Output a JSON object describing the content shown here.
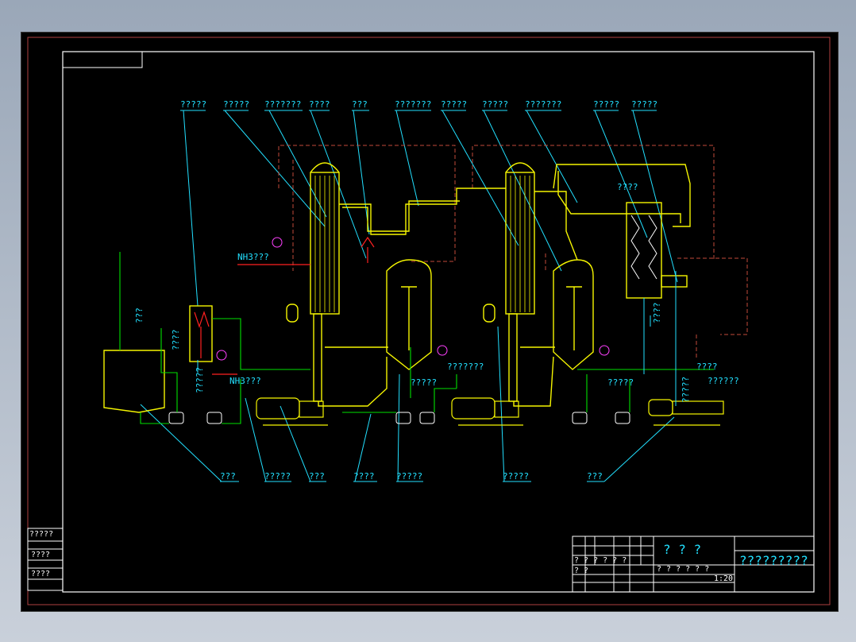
{
  "drawing": {
    "callouts_top": [
      "?????",
      "?????",
      "???????",
      "????",
      "???",
      "???????",
      "?????",
      "?????",
      "???????",
      "?????",
      "?????"
    ],
    "callouts_bottom": [
      "???",
      "?????",
      "???",
      "????",
      "?????",
      "?????",
      "???"
    ],
    "side_labels": {
      "feed_in": "???",
      "preheater": "????",
      "condensate": "?????",
      "steam": "NH3???",
      "steam2": "NH3???",
      "vacuum": "????",
      "cooling_water": "????",
      "pump_note1": "?????",
      "pump_note2": "?????",
      "out_line1": "???????",
      "out_line2": "????",
      "out_line3": "??????",
      "vertical_note": "?????",
      "vertical_note2": "????"
    },
    "left_table": [
      "?????",
      "????",
      "????"
    ],
    "title_block": {
      "big_title": "? ? ?",
      "drawing_name": "?????????",
      "row1": "? ? ? ? ? ?",
      "row2a": "? ? ? ? ? ?",
      "row2b": "? ?",
      "scale": "1:20"
    },
    "colors": {
      "yellow": "#f5f500",
      "green": "#00e000",
      "cyan": "#22e0ff",
      "red": "#ff2020",
      "dashed": "#c24a3a",
      "white": "#ffffff",
      "magenta": "#ff40ff"
    }
  }
}
